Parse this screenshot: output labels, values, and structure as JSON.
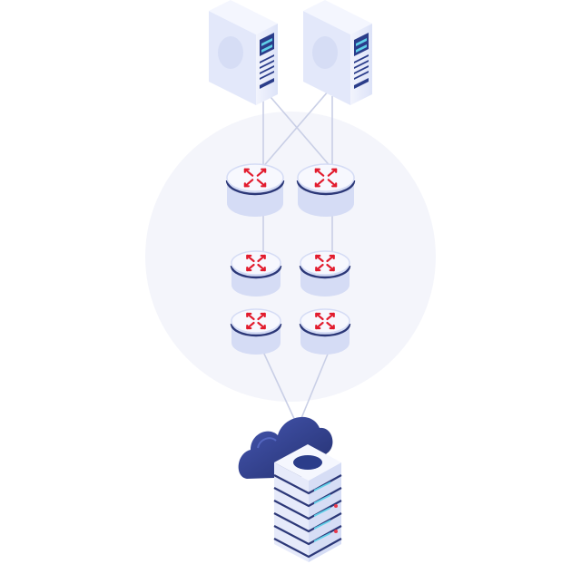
{
  "diagram": {
    "nodes": [
      {
        "id": "server-left",
        "kind": "tower-server"
      },
      {
        "id": "server-right",
        "kind": "tower-server"
      },
      {
        "id": "router-top-left",
        "kind": "router"
      },
      {
        "id": "router-top-right",
        "kind": "router"
      },
      {
        "id": "router-mid-left",
        "kind": "router"
      },
      {
        "id": "router-mid-right",
        "kind": "router"
      },
      {
        "id": "router-bottom-left",
        "kind": "router"
      },
      {
        "id": "router-bottom-right",
        "kind": "router"
      },
      {
        "id": "cloud-datacenter",
        "kind": "cloud-with-rack-server"
      }
    ],
    "edges": [
      {
        "from": "server-left",
        "to": "router-top-left"
      },
      {
        "from": "server-left",
        "to": "router-top-right"
      },
      {
        "from": "server-right",
        "to": "router-top-left"
      },
      {
        "from": "server-right",
        "to": "router-top-right"
      },
      {
        "from": "router-top-left",
        "to": "router-mid-left"
      },
      {
        "from": "router-top-right",
        "to": "router-mid-right"
      },
      {
        "from": "router-bottom-left",
        "to": "cloud-datacenter"
      },
      {
        "from": "router-bottom-right",
        "to": "cloud-datacenter"
      }
    ],
    "colors": {
      "backdrop_circle": "#f4f5fb",
      "device_body": "#e8ecfb",
      "device_side": "#d5dcf5",
      "device_edge": "#2c3878",
      "router_arrows": "#e21b2d",
      "cloud": "#2f3c8f",
      "cloud_highlight": "#4556b0",
      "link": "#c9cfe6",
      "server_display": "#2b3d8a",
      "server_led_cyan": "#5fd0e8",
      "rack_led_red": "#e8384a"
    },
    "icons": {
      "router": "expand-arrows-icon",
      "server": "tower-server-icon",
      "cloud": "cloud-icon"
    }
  }
}
